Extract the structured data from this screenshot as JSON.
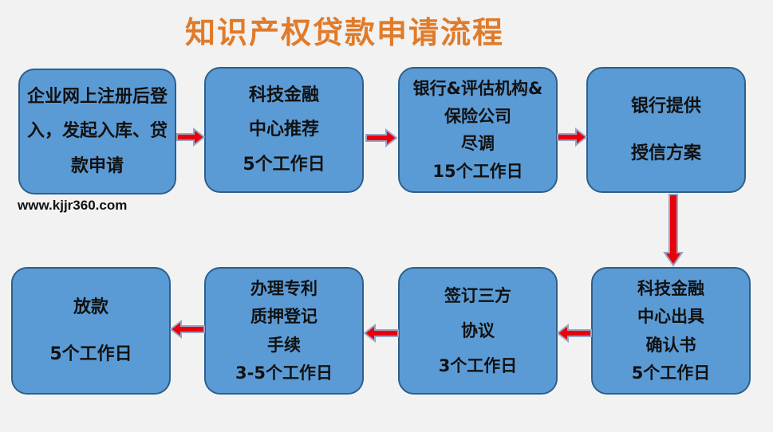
{
  "title": "知识产权贷款申请流程",
  "website": "www.kjjr360.com",
  "colors": {
    "box_fill": "#5b9bd5",
    "box_border": "#2e5f8a",
    "arrow_fill": "#e8000b",
    "arrow_outline": "#9aa4c4",
    "title_color": "#e07b2a"
  },
  "steps": [
    {
      "lines": [
        "企业网上注册后登",
        "入，发起入库、贷",
        "款申请"
      ]
    },
    {
      "lines": [
        "科技金融",
        "中心推荐",
        "5个工作日"
      ]
    },
    {
      "lines": [
        "银行&评估机构&",
        "保险公司",
        "尽调",
        "15个工作日"
      ]
    },
    {
      "lines": [
        "银行提供",
        "授信方案"
      ]
    },
    {
      "lines": [
        "科技金融",
        "中心出具",
        "确认书",
        "5个工作日"
      ]
    },
    {
      "lines": [
        "签订三方",
        "协议",
        "3个工作日"
      ]
    },
    {
      "lines": [
        "办理专利",
        "质押登记",
        "手续",
        "3-5个工作日"
      ]
    },
    {
      "lines": [
        "放款",
        "5个工作日"
      ]
    }
  ]
}
